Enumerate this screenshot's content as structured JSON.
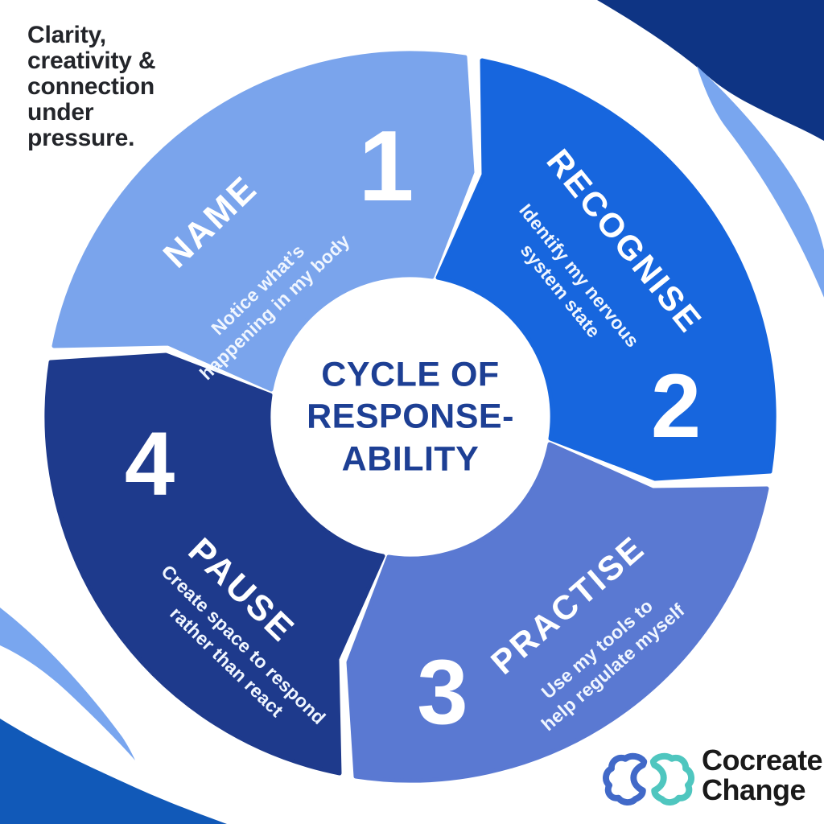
{
  "tagline": "Clarity,\ncreativity &\nconnection\nunder\npressure.",
  "center": {
    "title": "CYCLE OF\nRESPONSE-\nABILITY"
  },
  "segments": [
    {
      "number": "1",
      "label": "NAME",
      "description": "Notice what’s\nhappening in my body",
      "color": "#7aa4ec"
    },
    {
      "number": "2",
      "label": "RECOGNISE",
      "description": "Identify my nervous\nsystem state",
      "color": "#1766de"
    },
    {
      "number": "3",
      "label": "PRACTISE",
      "description": "Use my tools to\nhelp regulate myself",
      "color": "#5a79d2"
    },
    {
      "number": "4",
      "label": "PAUSE",
      "description": "Create space to respond\nrather than react",
      "color": "#1e3a8c"
    }
  ],
  "logo": {
    "line1": "Cocreate",
    "line2": "Change",
    "brain_left_color": "#4169c8",
    "brain_right_color": "#4fc6bf",
    "text_color": "#1a1a1a"
  },
  "decor": {
    "top_right_wave": "#0e3484",
    "top_right_sliver": "#79a6ef",
    "bottom_left_wave": "#1159b8",
    "bottom_left_sliver": "#79a6ef"
  },
  "colors": {
    "background": "#ffffff",
    "center_title_text": "#1d3f94",
    "tagline_text": "#23252a",
    "segment_text": "#ffffff"
  }
}
